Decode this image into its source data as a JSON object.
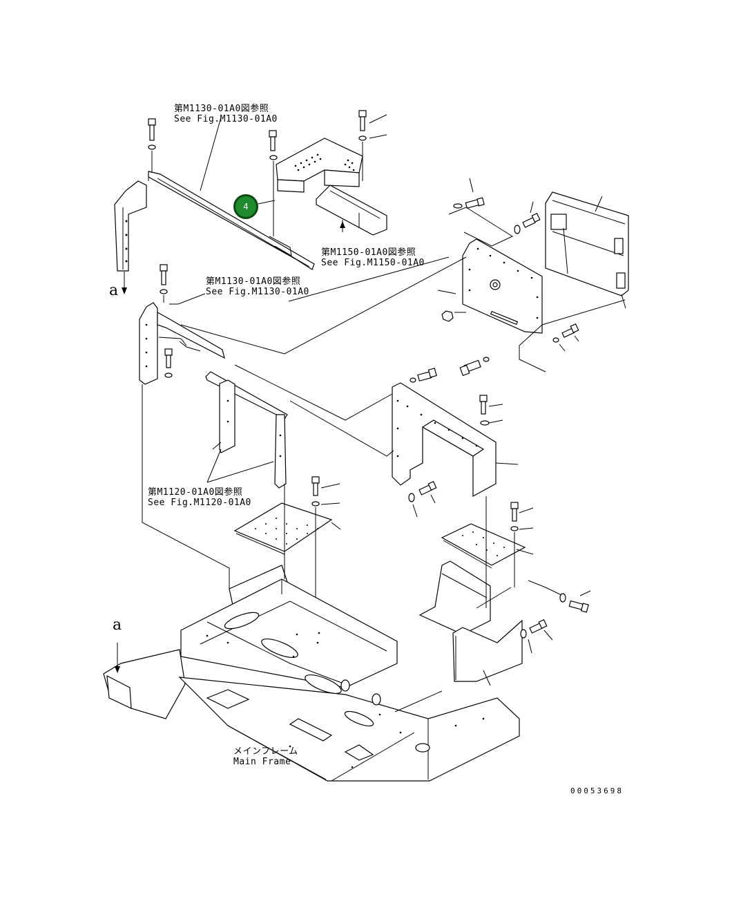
{
  "callouts": [
    {
      "number": "4"
    }
  ],
  "refs": {
    "m1130_top": {
      "jp": "第M1130-01A0図参照",
      "en": "See Fig.M1130-01A0"
    },
    "m1150": {
      "jp": "第M1150-01A0図参照",
      "en": "See Fig.M1150-01A0"
    },
    "m1130_mid": {
      "jp": "第M1130-01A0図参照",
      "en": "See Fig.M1130-01A0"
    },
    "m1120": {
      "jp": "第M1120-01A0図参照",
      "en": "See Fig.M1120-01A0"
    }
  },
  "markers": {
    "top": "a",
    "bottom": "a"
  },
  "main_frame": {
    "jp": "メインフレーム",
    "en": "Main Frame"
  },
  "figure_number": "00053698"
}
